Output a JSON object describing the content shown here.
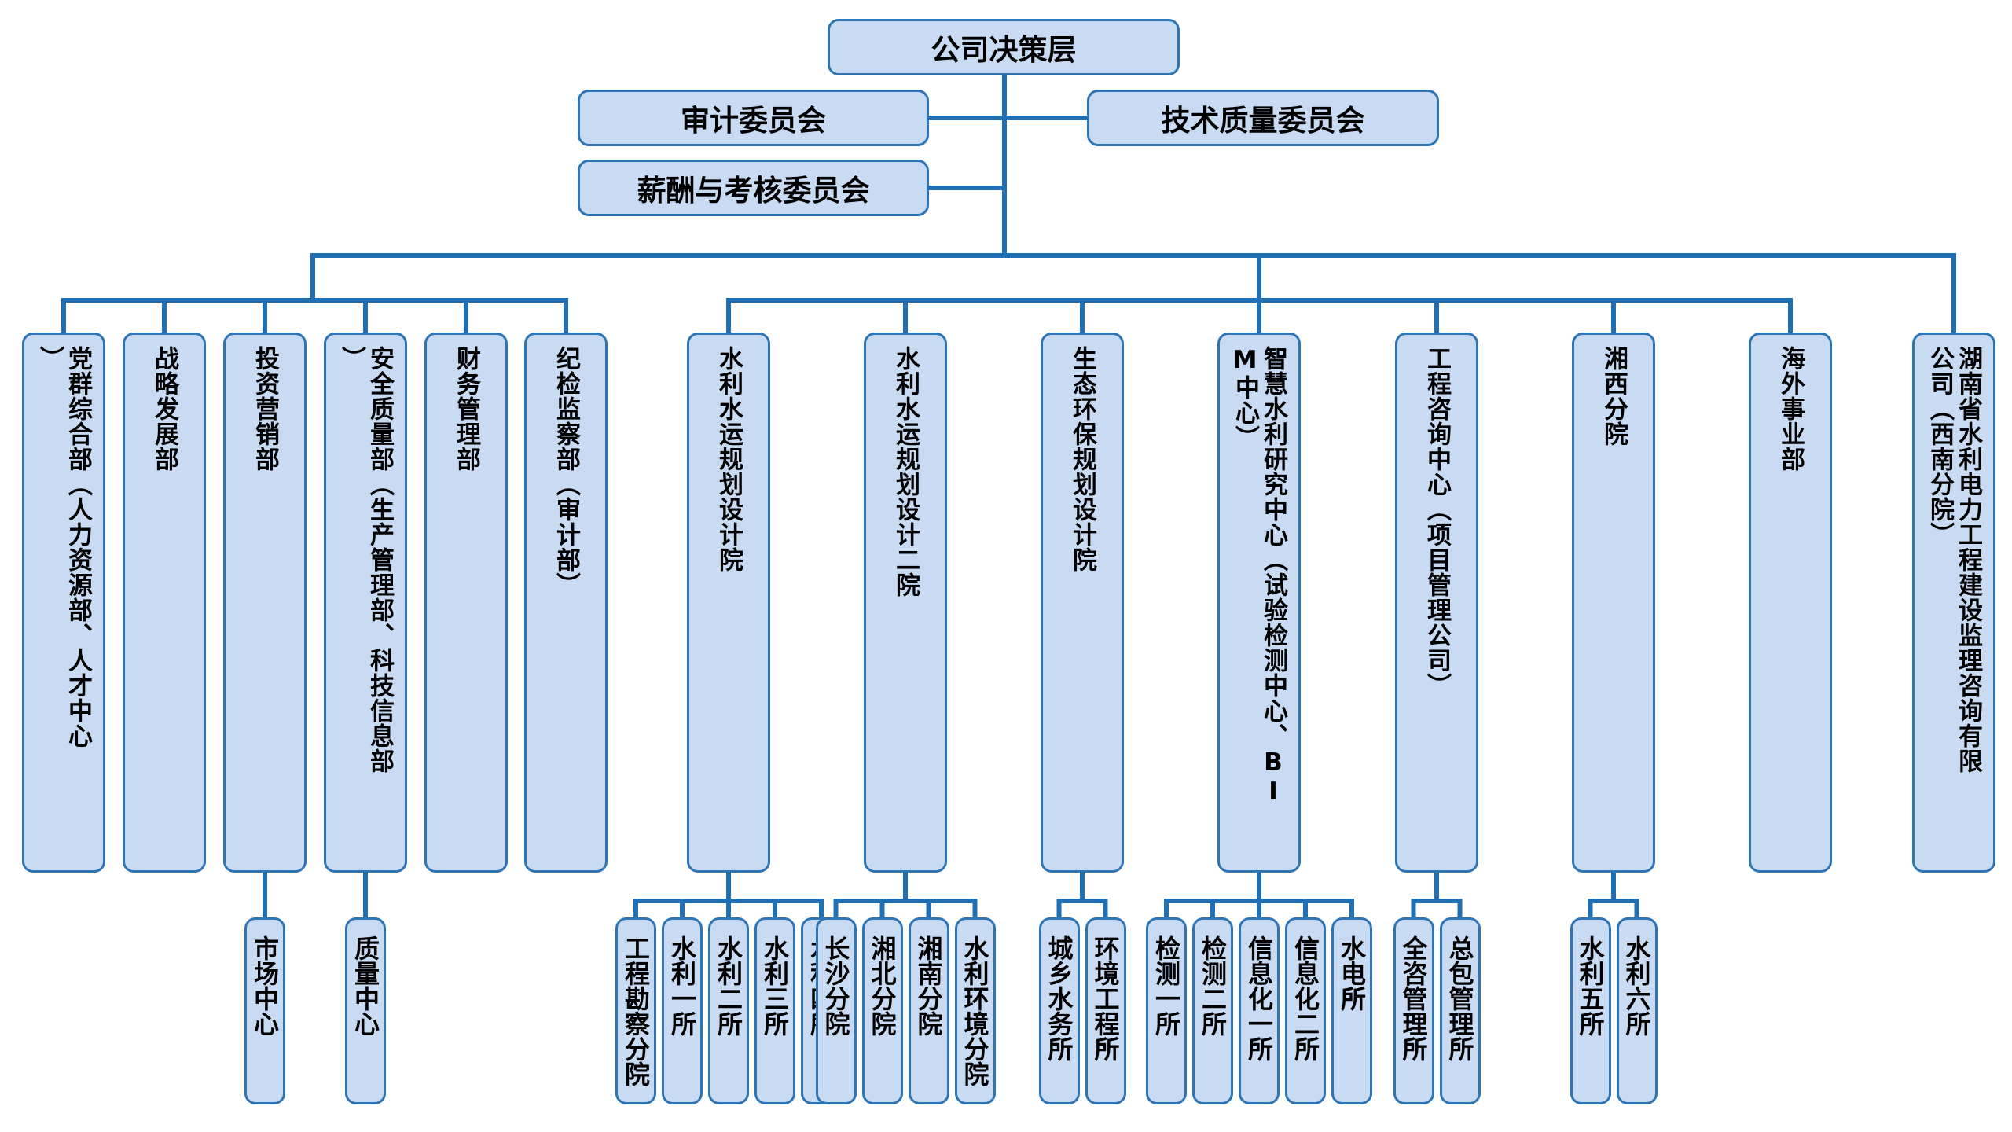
{
  "top": "公司决策层",
  "committees": {
    "audit": "审计委员会",
    "tech_quality": "技术质量委员会",
    "salary": "薪酬与考核委员会"
  },
  "departments": [
    {
      "id": "d1",
      "text": "党群综合部（人力资源部、人才中心）",
      "children": []
    },
    {
      "id": "d2",
      "text": "战略发展部",
      "children": []
    },
    {
      "id": "d3",
      "text": "投资营销部",
      "children": [
        "市场中心"
      ]
    },
    {
      "id": "d4",
      "text": "安全质量部（生产管理部、科技信息部）",
      "children": [
        "质量中心"
      ]
    },
    {
      "id": "d5",
      "text": "财务管理部",
      "children": []
    },
    {
      "id": "d6",
      "text": "纪检监察部（审计部）",
      "children": []
    },
    {
      "id": "d7",
      "text": "水利水运规划设计院",
      "children": [
        "工程勘察分院",
        "水利一所",
        "水利二所",
        "水利三所",
        "水利四所"
      ]
    },
    {
      "id": "d8",
      "text": "水利水运规划设计二院",
      "children": [
        "长沙分院",
        "湘北分院",
        "湘南分院",
        "水利环境分院"
      ]
    },
    {
      "id": "d9",
      "text": "生态环保规划设计院",
      "children": [
        "城乡水务所",
        "环境工程所"
      ]
    },
    {
      "id": "d10",
      "text": "智慧水利研究中心（试验检测中心、BIM中心）",
      "children": [
        "检测一所",
        "检测二所",
        "信息化一所",
        "信息化二所",
        "水电所"
      ]
    },
    {
      "id": "d11",
      "text": "工程咨询中心（项目管理公司）",
      "children": [
        "全咨管理所",
        "总包管理所"
      ]
    },
    {
      "id": "d12",
      "text": "湘西分院",
      "children": [
        "水利五所",
        "水利六所"
      ]
    },
    {
      "id": "d13",
      "text": "海外事业部",
      "children": []
    },
    {
      "id": "d14",
      "text": "湖南省水利电力工程建设监理咨询有限公司（西南分院）",
      "children": []
    }
  ],
  "colors": {
    "box_fill": "#c9daf3",
    "box_border": "#2e75b6",
    "line": "#1f6fb5"
  }
}
